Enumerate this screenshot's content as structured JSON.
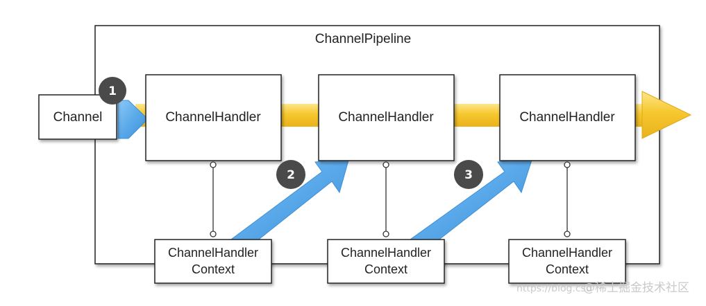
{
  "diagram": {
    "pipeline_label": "ChannelPipeline",
    "channel_label": "Channel",
    "handlers": [
      {
        "label": "ChannelHandler"
      },
      {
        "label": "ChannelHandler"
      },
      {
        "label": "ChannelHandler"
      }
    ],
    "contexts": [
      {
        "line1": "ChannelHandler",
        "line2": "Context"
      },
      {
        "line1": "ChannelHandler",
        "line2": "Context"
      },
      {
        "line1": "ChannelHandler",
        "line2": "Context"
      }
    ],
    "steps": [
      {
        "number": "1"
      },
      {
        "number": "2"
      },
      {
        "number": "3"
      }
    ],
    "colors": {
      "flow_arrow": "#f6c72e",
      "flow_arrow_light": "#fde68a",
      "step_arrow": "#5aa9ea",
      "step_arrow_dark": "#3d8fd6",
      "badge": "#4a4a4a",
      "border": "#222222"
    }
  },
  "watermark": {
    "url": "https://blog.csd",
    "text": "@稀土掘金技术社区"
  }
}
